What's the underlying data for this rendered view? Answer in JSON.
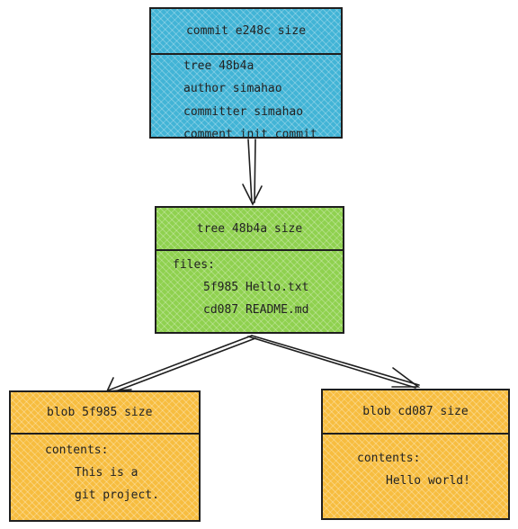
{
  "commit": {
    "header": "commit e248c size",
    "lines": [
      "tree 48b4a",
      "author simahao",
      "committer simahao",
      "comment init commit"
    ]
  },
  "tree": {
    "header": "tree 48b4a size",
    "label": "files:",
    "lines": [
      "5f985 Hello.txt",
      "cd087 README.md"
    ]
  },
  "blob1": {
    "header": "blob 5f985 size",
    "label": "contents:",
    "lines": [
      "This is a",
      "git project."
    ]
  },
  "blob2": {
    "header": "blob cd087 size",
    "label": "contents:",
    "lines": [
      "Hello world!"
    ]
  },
  "colors": {
    "commit_fill": "#42b4d6",
    "tree_fill": "#8fd14f",
    "blob_fill": "#f7bd3f",
    "stroke": "#1f1f1f"
  }
}
